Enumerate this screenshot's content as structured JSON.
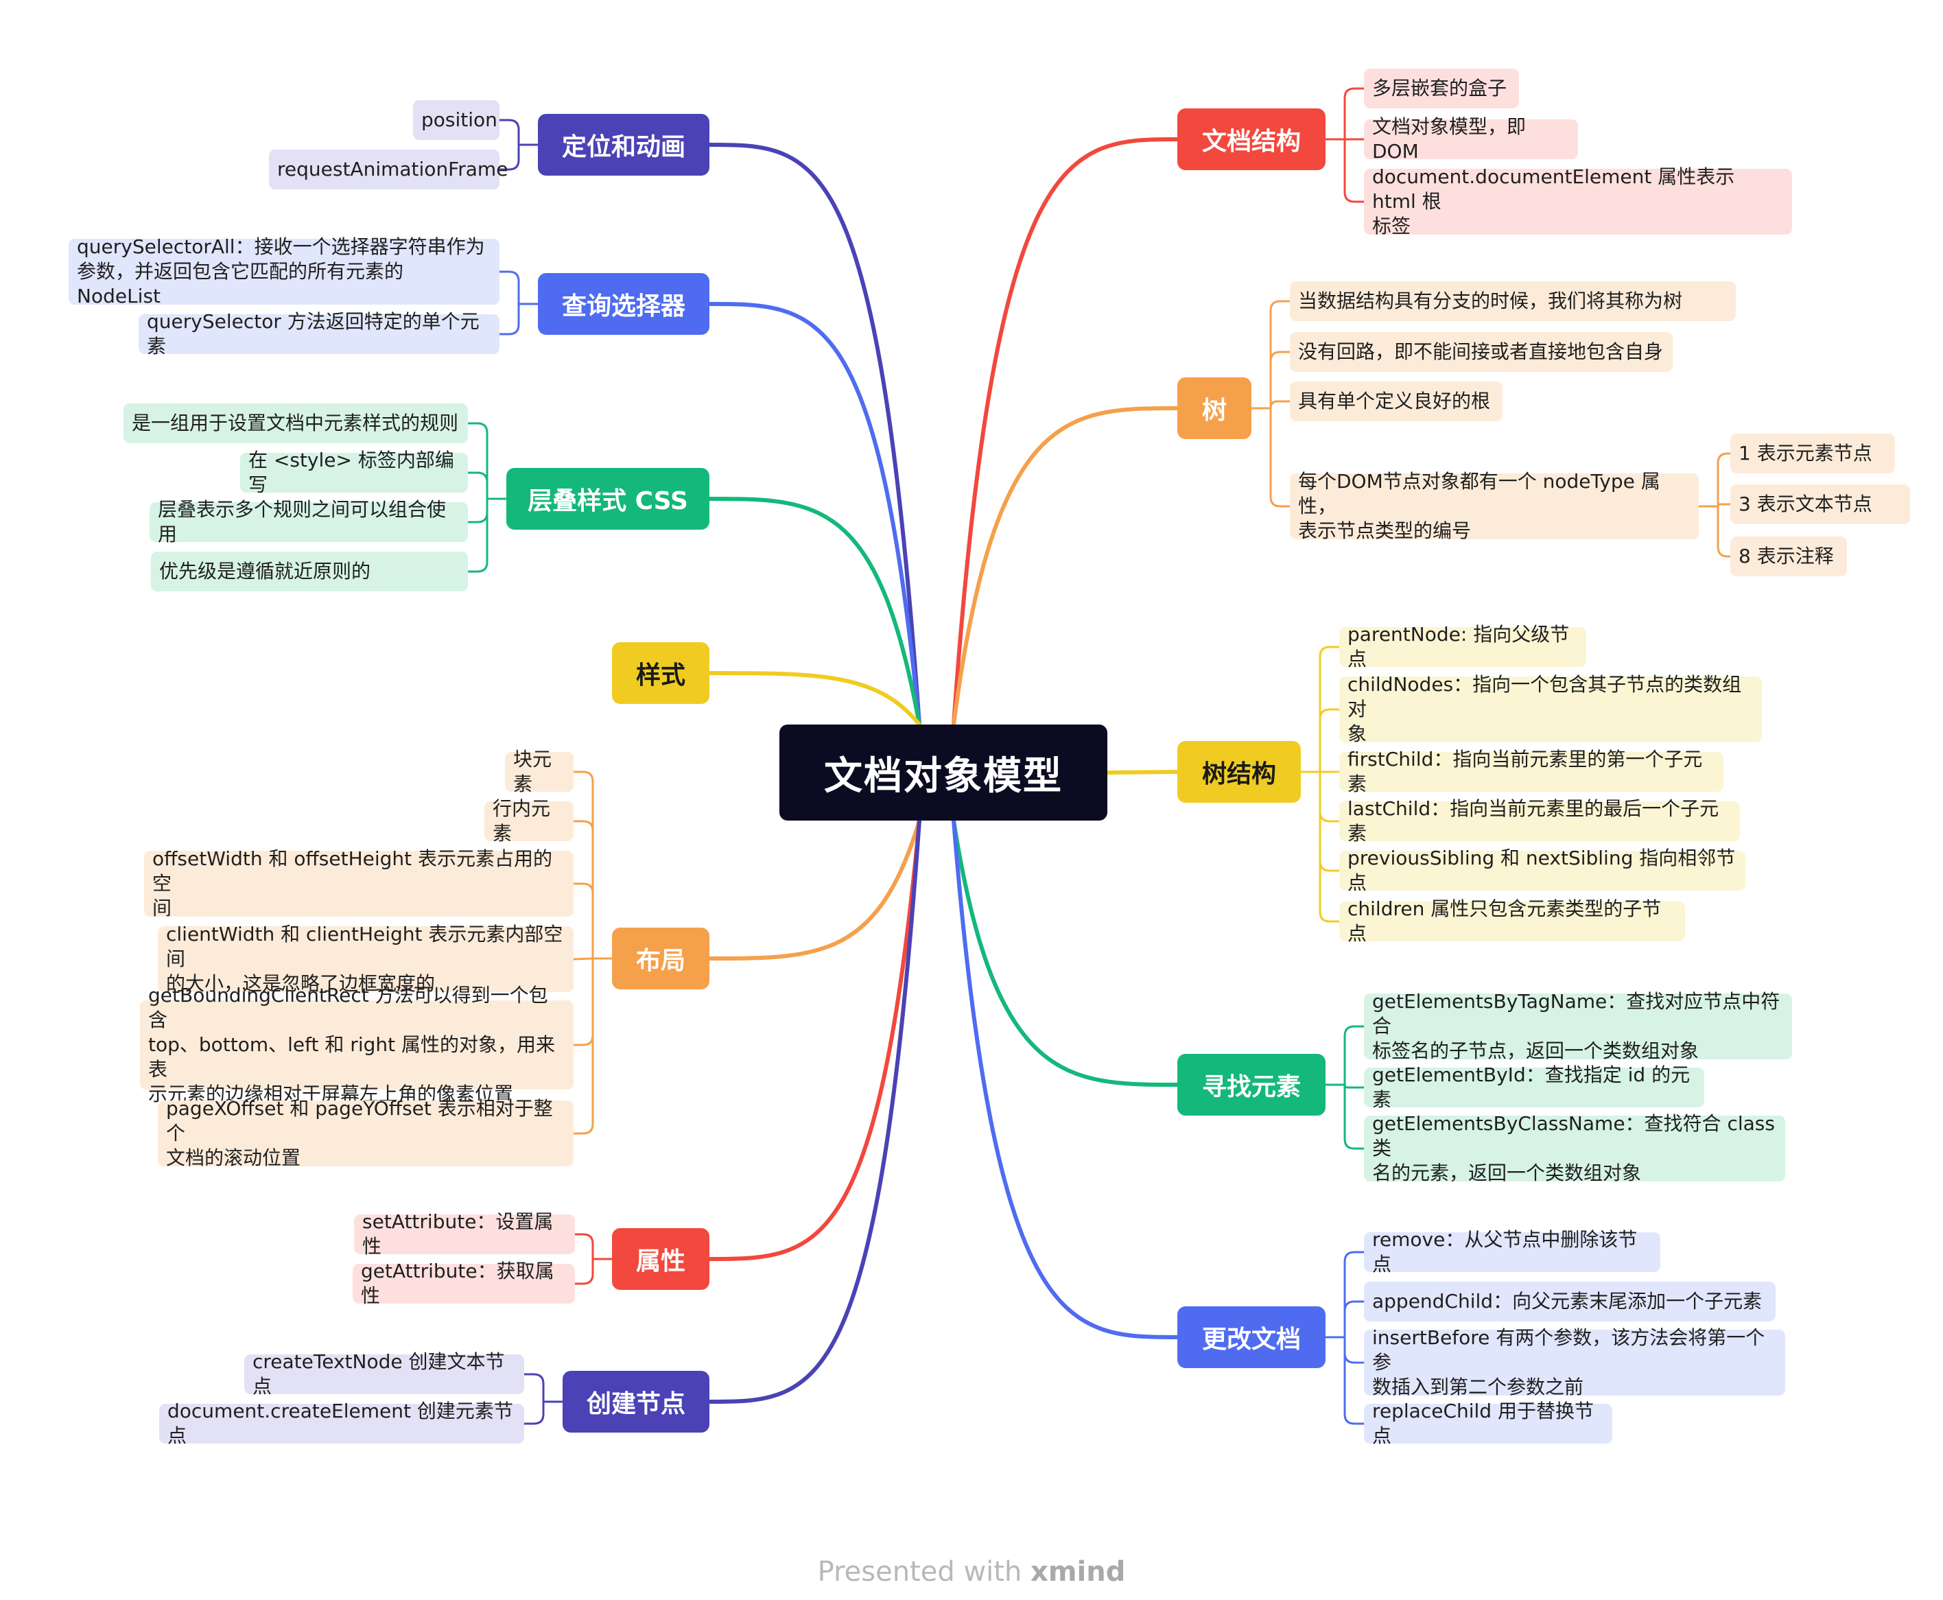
{
  "root": {
    "label": "文档对象模型"
  },
  "colors": {
    "root_bg": "#0b0b21",
    "red": "#f2483d",
    "red_leaf": "#fde0de",
    "orange": "#f5a04b",
    "orange_leaf": "#fdebd9",
    "yellow": "#f0cc22",
    "yellow_leaf": "#fbf5d3",
    "green": "#14b87a",
    "green_leaf": "#d6f3e6",
    "blue": "#4f6cf0",
    "blue_leaf": "#e0e6fc",
    "indigo": "#4a42b5",
    "indigo_leaf": "#e3e1f5"
  },
  "branches": [
    {
      "id": "doc-structure",
      "label": "文档结构",
      "color": "red",
      "icon": "",
      "children": [
        {
          "text": "多层嵌套的盒子"
        },
        {
          "text": "文档对象模型，即DOM"
        },
        {
          "text": "document.documentElement 属性表示 html 根\n标签"
        }
      ]
    },
    {
      "id": "tree",
      "label": "树",
      "color": "orange",
      "children": [
        {
          "text": "当数据结构具有分支的时候，我们将其称为树"
        },
        {
          "text": "没有回路，即不能间接或者直接地包含自身"
        },
        {
          "text": "具有单个定义良好的根"
        },
        {
          "text": "每个DOM节点对象都有一个 nodeType 属性，\n表示节点类型的编号",
          "children": [
            {
              "text": "1 表示元素节点"
            },
            {
              "text": "3 表示文本节点"
            },
            {
              "text": "8 表示注释"
            }
          ]
        }
      ]
    },
    {
      "id": "tree-structure",
      "label": "树结构",
      "color": "yellow",
      "children": [
        {
          "text": "parentNode: 指向父级节点"
        },
        {
          "text": "childNodes：指向一个包含其子节点的类数组对\n象"
        },
        {
          "text": "firstChild：指向当前元素里的第一个子元素"
        },
        {
          "text": "lastChild：指向当前元素里的最后一个子元素"
        },
        {
          "text": "previousSibling 和 nextSibling 指向相邻节点"
        },
        {
          "text": "children 属性只包含元素类型的子节点"
        }
      ]
    },
    {
      "id": "find-elements",
      "label": "寻找元素",
      "color": "green",
      "children": [
        {
          "text": "getElementsByTagName：查找对应节点中符合\n标签名的子节点，返回一个类数组对象"
        },
        {
          "text": "getElementById：查找指定 id 的元素"
        },
        {
          "text": "getElementsByClassName：查找符合 class 类\n名的元素，返回一个类数组对象"
        }
      ]
    },
    {
      "id": "modify-doc",
      "label": "更改文档",
      "color": "blue",
      "children": [
        {
          "text": "remove：从父节点中删除该节点"
        },
        {
          "text": "appendChild：向父元素末尾添加一个子元素"
        },
        {
          "text": "insertBefore 有两个参数，该方法会将第一个参\n数插入到第二个参数之前"
        },
        {
          "text": "replaceChild 用于替换节点"
        }
      ]
    },
    {
      "id": "position-animation",
      "label": "定位和动画",
      "color": "indigo",
      "children": [
        {
          "text": "position"
        },
        {
          "text": "requestAnimationFrame"
        }
      ]
    },
    {
      "id": "query-selector",
      "label": "查询选择器",
      "color": "blue",
      "children": [
        {
          "text": "querySelectorAll：接收一个选择器字符串作为\n参数，并返回包含它匹配的所有元素的 NodeList"
        },
        {
          "text": "querySelector 方法返回特定的单个元素"
        }
      ]
    },
    {
      "id": "css",
      "label": "层叠样式 CSS",
      "color": "green",
      "children": [
        {
          "text": "是一组用于设置文档中元素样式的规则"
        },
        {
          "text": "在 <style> 标签内部编写"
        },
        {
          "text": "层叠表示多个规则之间可以组合使用"
        },
        {
          "text": "优先级是遵循就近原则的"
        }
      ]
    },
    {
      "id": "style",
      "label": "样式",
      "color": "yellow",
      "children": []
    },
    {
      "id": "layout",
      "label": "布局",
      "color": "orange",
      "children": [
        {
          "text": "块元素"
        },
        {
          "text": "行内元素"
        },
        {
          "text": "offsetWidth 和 offsetHeight 表示元素占用的空\n间"
        },
        {
          "text": "clientWidth 和 clientHeight 表示元素内部空间\n的大小，这是忽略了边框宽度的"
        },
        {
          "text": "getBoundingClientRect 方法可以得到一个包含\ntop、bottom、left 和 right 属性的对象，用来表\n示元素的边缘相对于屏幕左上角的像素位置"
        },
        {
          "text": "pageXOffset 和 pageYOffset 表示相对于整个\n文档的滚动位置"
        }
      ]
    },
    {
      "id": "attributes",
      "label": "属性",
      "color": "red",
      "children": [
        {
          "text": "setAttribute：设置属性"
        },
        {
          "text": "getAttribute：获取属性"
        }
      ]
    },
    {
      "id": "create-nodes",
      "label": "创建节点",
      "color": "indigo",
      "children": [
        {
          "text": "createTextNode 创建文本节点"
        },
        {
          "text": "document.createElement 创建元素节点"
        }
      ]
    }
  ],
  "credit": {
    "prefix": "Presented with ",
    "brand": "xmind"
  }
}
